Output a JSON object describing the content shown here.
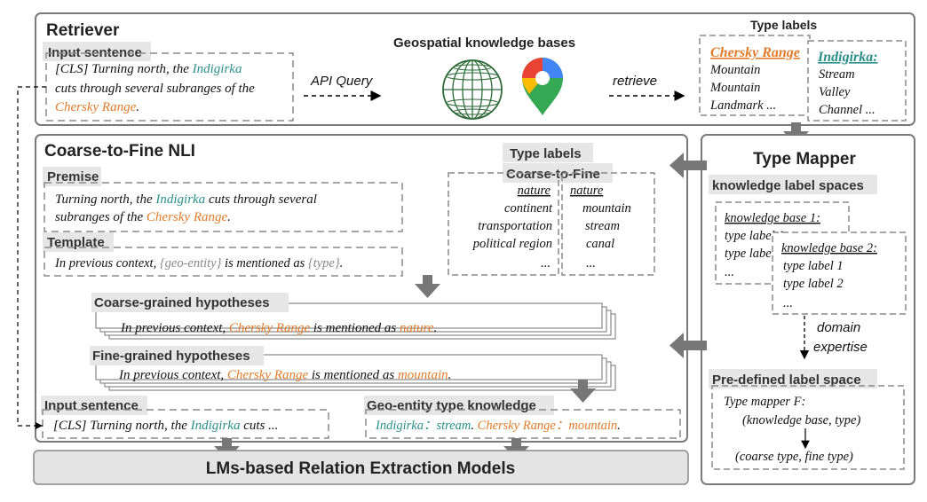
{
  "colors": {
    "teal": "#2a8f8a",
    "orange": "#e07b2a",
    "panel_border": "#7a7a7a",
    "dash": "#8a8a8a",
    "label_bg": "#e6e6e6",
    "arrow_gray": "#777777",
    "globe_green": "#2f6b3a"
  },
  "retriever": {
    "title": "Retriever",
    "input_label": "Input sentence",
    "input_line1": "[CLS] Turning north, the ",
    "entity1": "Indigirka",
    "input_line2": "cuts through several subranges of the",
    "entity2": "Chersky Range",
    "period": ".",
    "kb_title": "Geospatial knowledge bases",
    "api_query": "API Query",
    "retrieve": "retrieve",
    "type_labels_title": "Type labels",
    "chersky_head": "Chersky Range",
    "chersky_types": [
      "Mountain",
      "Mountain",
      "Landmark ..."
    ],
    "indigirka_head": "Indigirka:",
    "indigirka_types": [
      "Stream",
      "Valley",
      "Channel ..."
    ],
    "globe_icon": "globe-icon",
    "maps_icon": "map-pin-icon"
  },
  "nli": {
    "title": "Coarse-to-Fine NLI",
    "premise_label": "Premise",
    "premise_line1_a": "Turning north, the ",
    "premise_line1_b": " cuts through several",
    "premise_line2_a": "subranges of the ",
    "template_label": "Template",
    "template_a": "In previous context, ",
    "template_geo": "{geo-entity}",
    "template_b": " is mentioned as ",
    "template_type": "{type}",
    "type_labels_title": "Type labels",
    "coarse_to_fine": "Coarse-to-Fine",
    "coarse_head": "nature",
    "coarse_items": [
      "continent",
      "transportation",
      "political region",
      "..."
    ],
    "fine_head": "nature",
    "fine_items": [
      "mountain",
      "stream",
      "canal",
      "..."
    ],
    "coarse_hyp_label": "Coarse-grained hypotheses",
    "coarse_hyp_a": "In previous context, ",
    "coarse_hyp_b": " is mentioned as ",
    "coarse_hyp_type": "nature",
    "fine_hyp_label": "Fine-grained hypotheses",
    "fine_hyp_type": "mountain",
    "input_label": "Input sentence",
    "input_text_a": "[CLS] Turning north, the ",
    "input_text_b": " cuts  ...",
    "geo_label": "Geo-entity type knowledge",
    "geo_sep1": "：",
    "geo_stream": "stream",
    "geo_mountain": "mountain"
  },
  "mapper": {
    "title": "Type Mapper",
    "kls_label": "knowledge label spaces",
    "kb1_head": "knowledge base 1:",
    "kb1_items": [
      "type label 1",
      "type label 2",
      "..."
    ],
    "kb2_head": "knowledge base 2:",
    "kb2_items": [
      "type label 1",
      "type label 2",
      "..."
    ],
    "domain": "domain",
    "expertise": "expertise",
    "predefined_label": "Pre-defined label space",
    "mapper_f": "Type mapper F:",
    "kb_type": "(knowledge base, type)",
    "coarse_fine": "(coarse type, fine type)"
  },
  "bottom": {
    "title": "LMs-based Relation Extraction Models"
  }
}
